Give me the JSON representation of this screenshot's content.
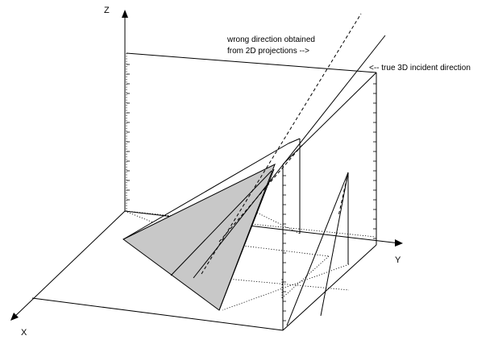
{
  "axes": {
    "x_label": "X",
    "y_label": "Y",
    "z_label": "Z"
  },
  "annotations": {
    "wrong_line1": "wrong direction obtained",
    "wrong_line2": "from 2D projections   -->",
    "true_label": "<-- true 3D incident direction"
  },
  "colors": {
    "stroke": "#000000",
    "cone_fill": "#c8c8c8",
    "background": "#ffffff"
  }
}
